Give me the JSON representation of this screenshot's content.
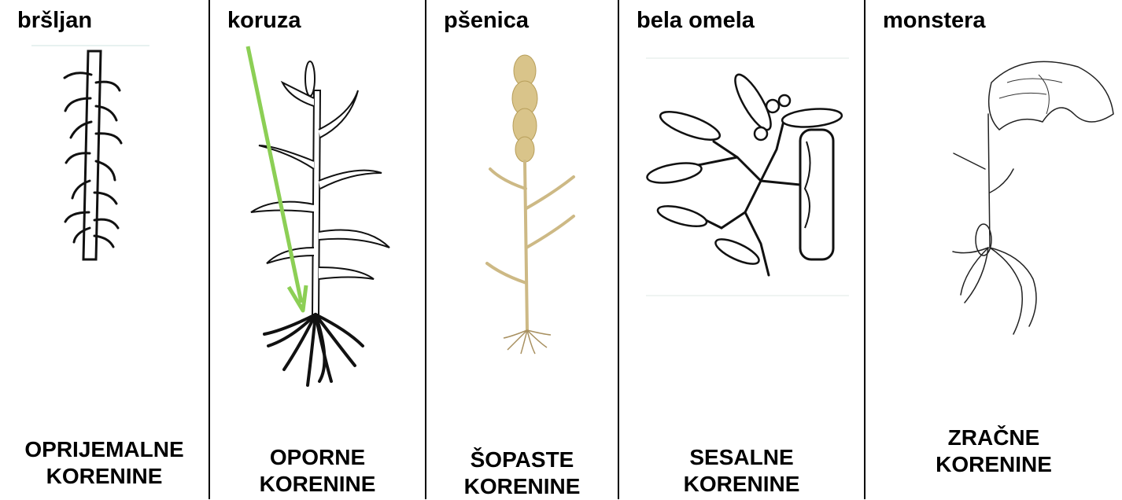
{
  "panels": [
    {
      "id": "brsljan",
      "name": "bršljan",
      "caption_line1": "OPRIJEMALNE",
      "caption_line2": "KORENINE"
    },
    {
      "id": "koruza",
      "name": "koruza",
      "caption_line1": "OPORNE",
      "caption_line2": "KORENINE"
    },
    {
      "id": "psenica",
      "name": "pšenica",
      "caption_line1": "ŠOPASTE",
      "caption_line2": "KORENINE"
    },
    {
      "id": "bela-omela",
      "name": "bela omela",
      "caption_line1": "SESALNE",
      "caption_line2": "KORENINE"
    },
    {
      "id": "monstera",
      "name": "monstera",
      "caption_line1": "ZRAČNE",
      "caption_line2": "KORENINE"
    }
  ],
  "colors": {
    "arrow": "#8ccf55",
    "wheat": "#d9c48a",
    "ink": "#1a1a1a"
  }
}
